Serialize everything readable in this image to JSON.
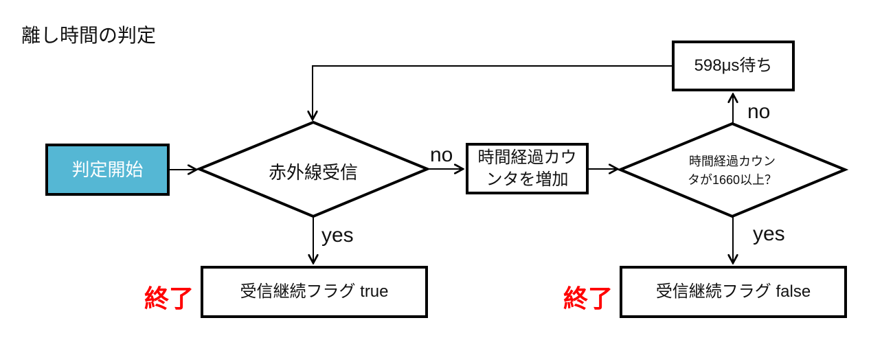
{
  "title": "離し時間の判定",
  "colors": {
    "start_fill": "#55B7D4",
    "start_text": "#FFFFFF",
    "end_text": "#FF0000",
    "stroke": "#000000",
    "text": "#111111"
  },
  "nodes": {
    "start": "判定開始",
    "decision_infrared": "赤外線受信",
    "increment_counter": "時間経過カウ\nンタを増加",
    "decision_counter": "時間経過カウン\nタが1660以上？",
    "wait": "598μs待ち",
    "flag_true": "受信継続フラグ true",
    "flag_false": "受信継続フラグ false"
  },
  "labels": {
    "no_infrared": "no",
    "yes_infrared": "yes",
    "no_counter": "no",
    "yes_counter": "yes",
    "end_left": "終了",
    "end_right": "終了"
  }
}
